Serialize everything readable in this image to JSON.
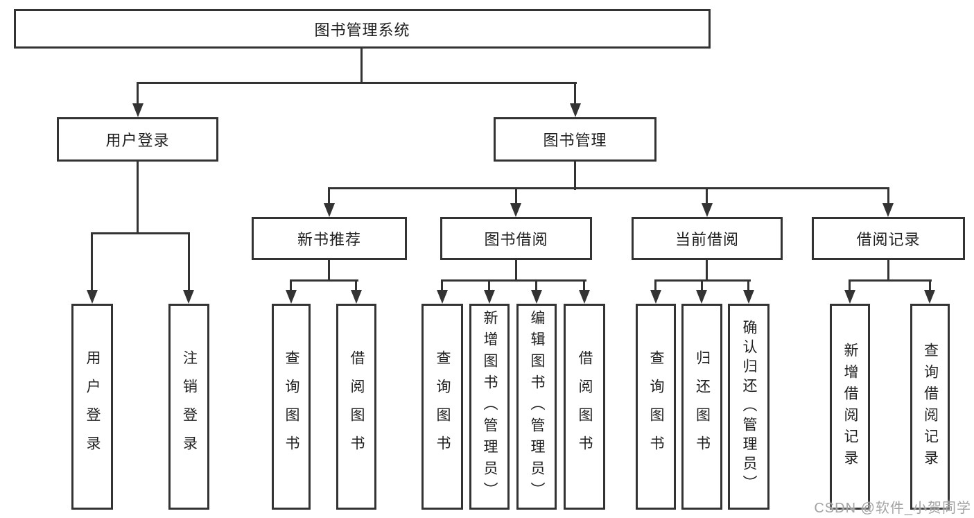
{
  "title": "图书管理系统",
  "tree": {
    "root": {
      "label": "图书管理系统"
    },
    "level2": [
      {
        "label": "用户登录",
        "children": [
          "用户登录",
          "注销登录"
        ]
      },
      {
        "label": "图书管理"
      }
    ],
    "level3": [
      {
        "label": "新书推荐",
        "children": [
          "查询图书",
          "借阅图书"
        ]
      },
      {
        "label": "图书借阅",
        "children": [
          "查询图书",
          "新增图书（管理员）",
          "编辑图书（管理员）",
          "借阅图书"
        ]
      },
      {
        "label": "当前借阅",
        "children": [
          "查询图书",
          "归还图书",
          "确认归还（管理员）"
        ]
      },
      {
        "label": "借阅记录",
        "children": [
          "新增借阅记录",
          "查询借阅记录"
        ]
      }
    ]
  },
  "watermark": "CSDN @软件_小贺同学",
  "colors": {
    "line": "#333333",
    "box_border": "#333333",
    "text": "#1f1f1f",
    "watermark": "#a3a3a3",
    "background": "#ffffff"
  }
}
